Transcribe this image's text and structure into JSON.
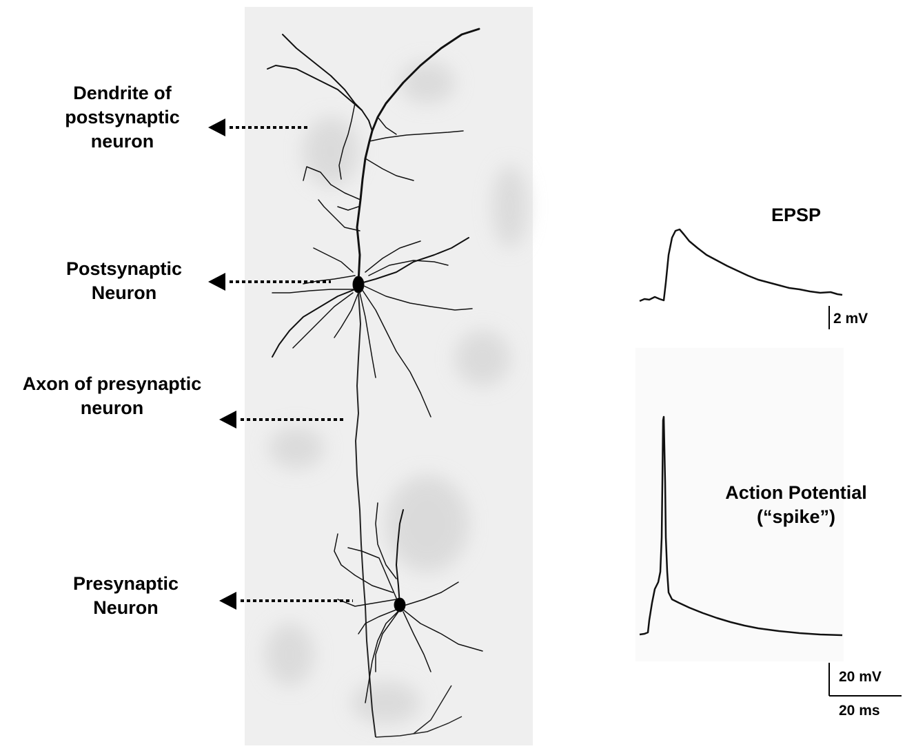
{
  "labels": {
    "dendrite": [
      "Dendrite of",
      "postsynaptic",
      "neuron"
    ],
    "postsynaptic": [
      "Postsynaptic",
      "Neuron"
    ],
    "axon": [
      "Axon of presynaptic",
      "neuron"
    ],
    "presynaptic": [
      "Presynaptic",
      "Neuron"
    ]
  },
  "traces": {
    "epsp_title": "EPSP",
    "epsp_scale": "2 mV",
    "ap_title": [
      "Action Potential",
      "(“spike”)"
    ],
    "ap_scale_v": "20 mV",
    "ap_scale_t": "20 ms"
  },
  "colors": {
    "background": "#ffffff",
    "micrograph": "#f0f0f0",
    "ink": "#000000"
  }
}
